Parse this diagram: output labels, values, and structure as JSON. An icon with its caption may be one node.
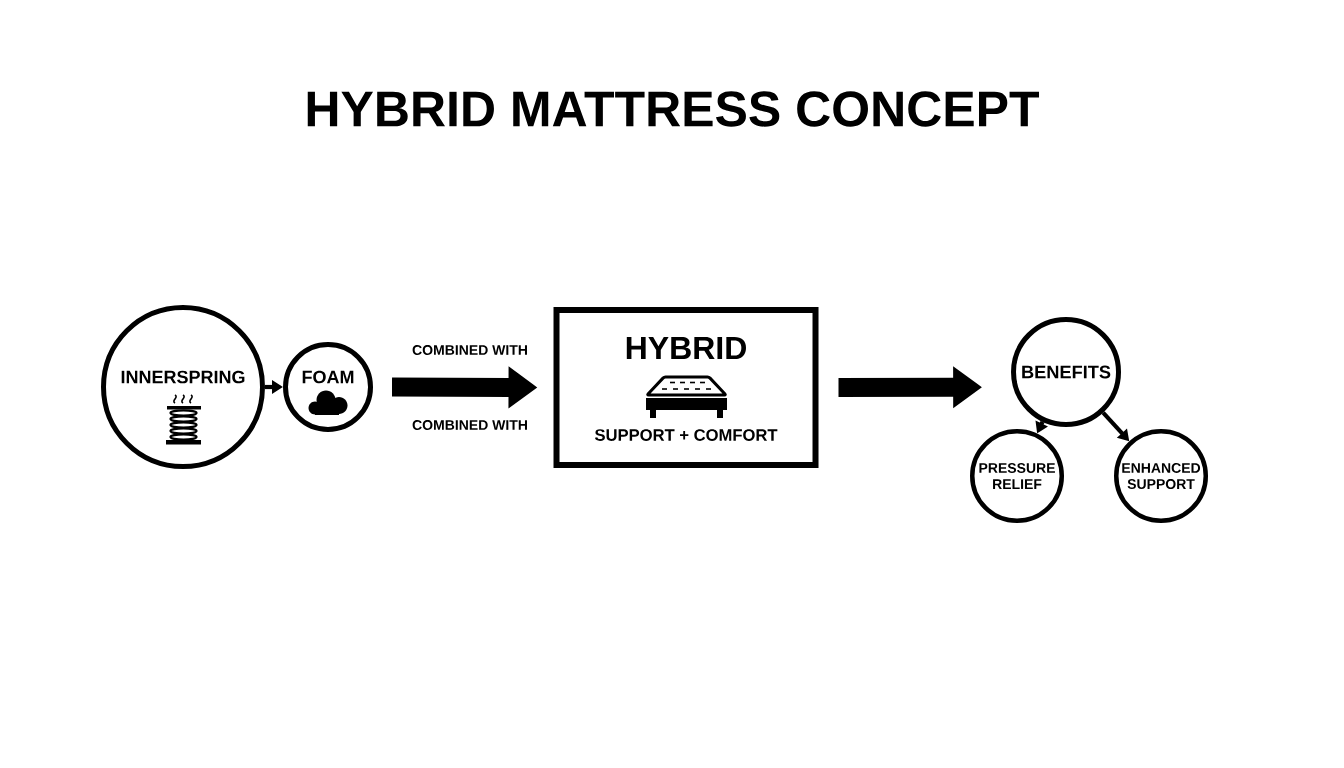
{
  "diagram": {
    "title": "HYBRID MATTRESS CONCEPT",
    "nodes": [
      {
        "text": [
          "INNERSPRING"
        ]
      },
      {
        "text": [
          "FOAM"
        ]
      },
      {
        "text": [
          "HYBRID",
          "SUPPORT + COMFORT"
        ]
      },
      {
        "text": [
          "BENEFITS"
        ]
      },
      {
        "text": [
          "PRESSURE RELIEF"
        ]
      },
      {
        "text": [
          "ENHANCED SUPPORT"
        ]
      }
    ],
    "edges": [
      {
        "from": 0,
        "to": 1,
        "arrow": "to"
      },
      {
        "from": 1,
        "to": 2,
        "arrow": "to",
        "label": "COMBINED WITH",
        "style": "thick"
      },
      {
        "from": 2,
        "to": 3,
        "arrow": "to",
        "style": "thick"
      },
      {
        "from": 3,
        "to": 4,
        "arrow": "to"
      },
      {
        "from": 3,
        "to": 5,
        "arrow": "to"
      }
    ],
    "labels": [
      "COMBINED WITH"
    ]
  }
}
